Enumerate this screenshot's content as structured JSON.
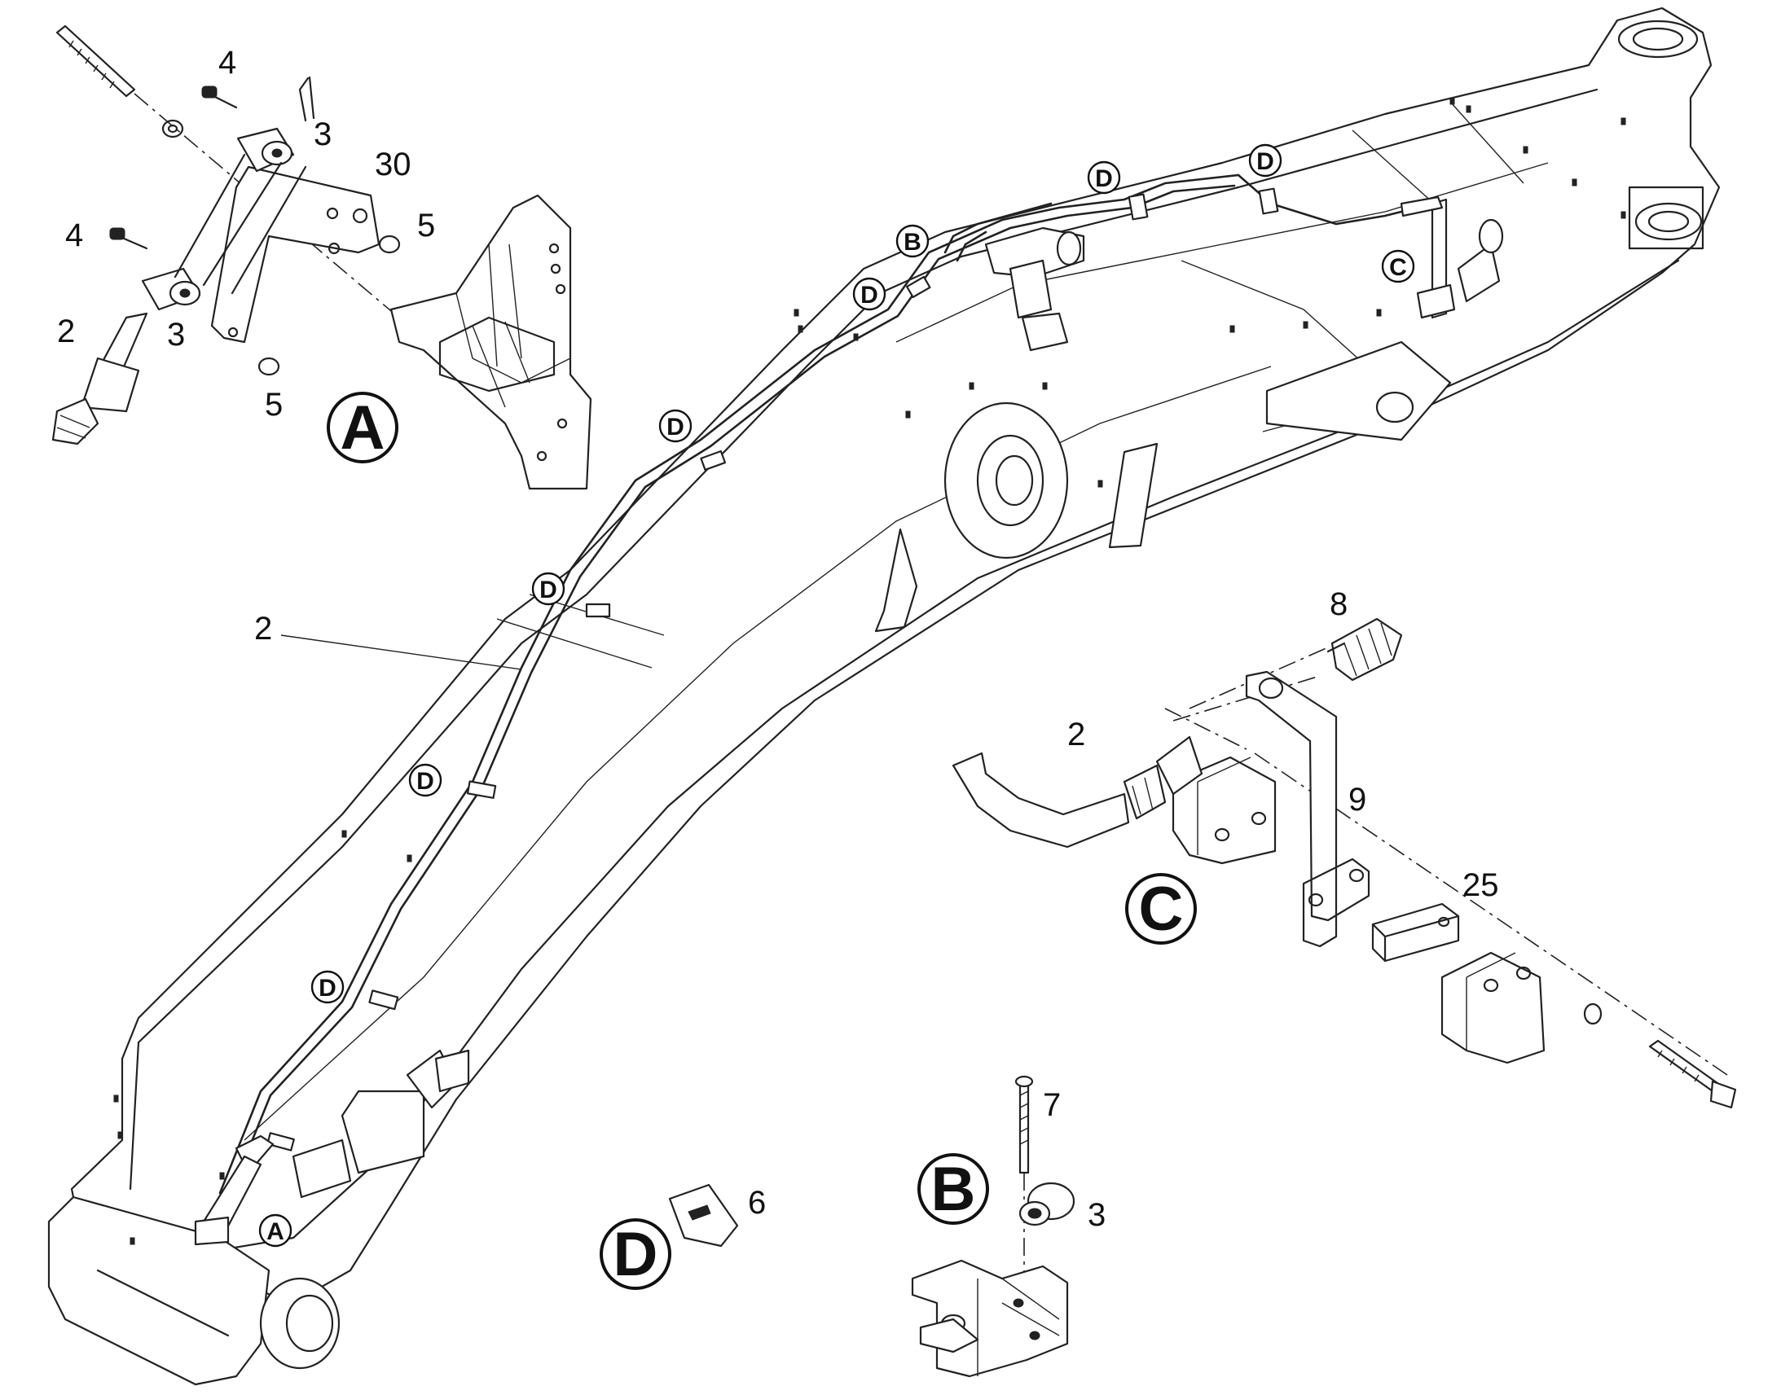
{
  "callouts": [
    {
      "text": "4"
    },
    {
      "text": "3"
    },
    {
      "text": "30"
    },
    {
      "text": "4"
    },
    {
      "text": "5"
    },
    {
      "text": "2"
    },
    {
      "text": "3"
    },
    {
      "text": "5"
    },
    {
      "text": "2"
    },
    {
      "text": "8"
    },
    {
      "text": "2"
    },
    {
      "text": "9"
    },
    {
      "text": "25"
    },
    {
      "text": "7"
    },
    {
      "text": "6"
    },
    {
      "text": "3"
    }
  ],
  "detail_markers": [
    {
      "text": "A"
    },
    {
      "text": "C"
    },
    {
      "text": "B"
    },
    {
      "text": "D"
    }
  ],
  "location_markers": [
    {
      "text": "D"
    },
    {
      "text": "D"
    },
    {
      "text": "B"
    },
    {
      "text": "D"
    },
    {
      "text": "C"
    },
    {
      "text": "D"
    },
    {
      "text": "D"
    },
    {
      "text": "D"
    },
    {
      "text": "D"
    },
    {
      "text": "A"
    }
  ]
}
